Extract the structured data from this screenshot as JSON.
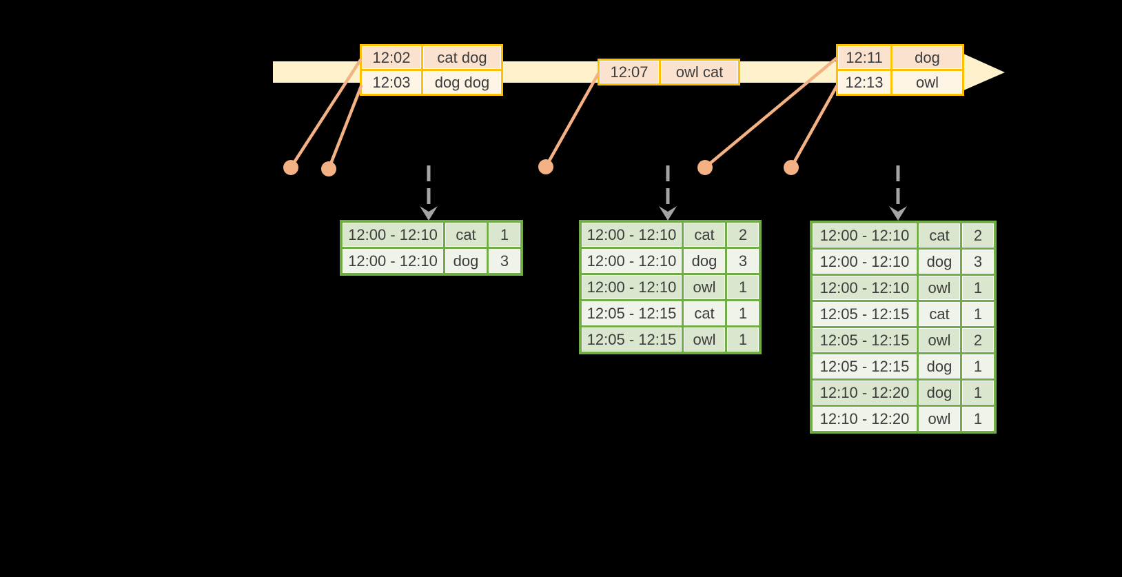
{
  "diagram": {
    "event_tables": [
      {
        "rows": [
          {
            "time": "12:02",
            "words": "cat dog"
          },
          {
            "time": "12:03",
            "words": "dog dog"
          }
        ]
      },
      {
        "rows": [
          {
            "time": "12:07",
            "words": "owl cat"
          }
        ]
      },
      {
        "rows": [
          {
            "time": "12:11",
            "words": "dog"
          },
          {
            "time": "12:13",
            "words": "owl"
          }
        ]
      }
    ],
    "result_tables": [
      {
        "rows": [
          {
            "window": "12:00 - 12:10",
            "word": "cat",
            "count": 1
          },
          {
            "window": "12:00 - 12:10",
            "word": "dog",
            "count": 3
          }
        ]
      },
      {
        "rows": [
          {
            "window": "12:00 - 12:10",
            "word": "cat",
            "count": 2
          },
          {
            "window": "12:00 - 12:10",
            "word": "dog",
            "count": 3
          },
          {
            "window": "12:00 - 12:10",
            "word": "owl",
            "count": 1
          },
          {
            "window": "12:05 - 12:15",
            "word": "cat",
            "count": 1
          },
          {
            "window": "12:05 - 12:15",
            "word": "owl",
            "count": 1
          }
        ]
      },
      {
        "rows": [
          {
            "window": "12:00 - 12:10",
            "word": "cat",
            "count": 2
          },
          {
            "window": "12:00 - 12:10",
            "word": "dog",
            "count": 3
          },
          {
            "window": "12:00 - 12:10",
            "word": "owl",
            "count": 1
          },
          {
            "window": "12:05 - 12:15",
            "word": "cat",
            "count": 1
          },
          {
            "window": "12:05 - 12:15",
            "word": "owl",
            "count": 2
          },
          {
            "window": "12:05 - 12:15",
            "word": "dog",
            "count": 1
          },
          {
            "window": "12:10 - 12:20",
            "word": "dog",
            "count": 1
          },
          {
            "window": "12:10 - 12:20",
            "word": "owl",
            "count": 1
          }
        ]
      }
    ],
    "icons": {
      "timeline-arrowhead-icon": "css-right-triangle",
      "event-dot-icon": "svg-filled-circle",
      "trigger-arrow-icon": "svg-dashed-down-arrow-chevron"
    }
  },
  "colors": {
    "background": "#000000",
    "timeline-band": "#FDF2CB",
    "event-border": "#FFC000",
    "event-row-peach": "#FBE2CF",
    "event-row-cream": "#FDF4E6",
    "connector": "#F4B183",
    "trigger-arrow": "#A5A5A5",
    "result-border": "#70AD47",
    "result-row-dark": "#DBE6CF",
    "result-row-light": "#EFF3EA",
    "text": "#3C3C3C"
  }
}
